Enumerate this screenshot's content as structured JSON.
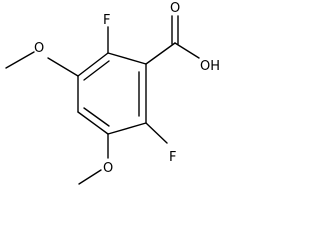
{
  "molecule": {
    "atoms": {
      "f_top": "F",
      "f_bottom": "F",
      "oxygen_top": "O",
      "oxygen_bottom": "O",
      "carbonyl_oxygen": "O",
      "hydroxyl": "OH"
    }
  }
}
